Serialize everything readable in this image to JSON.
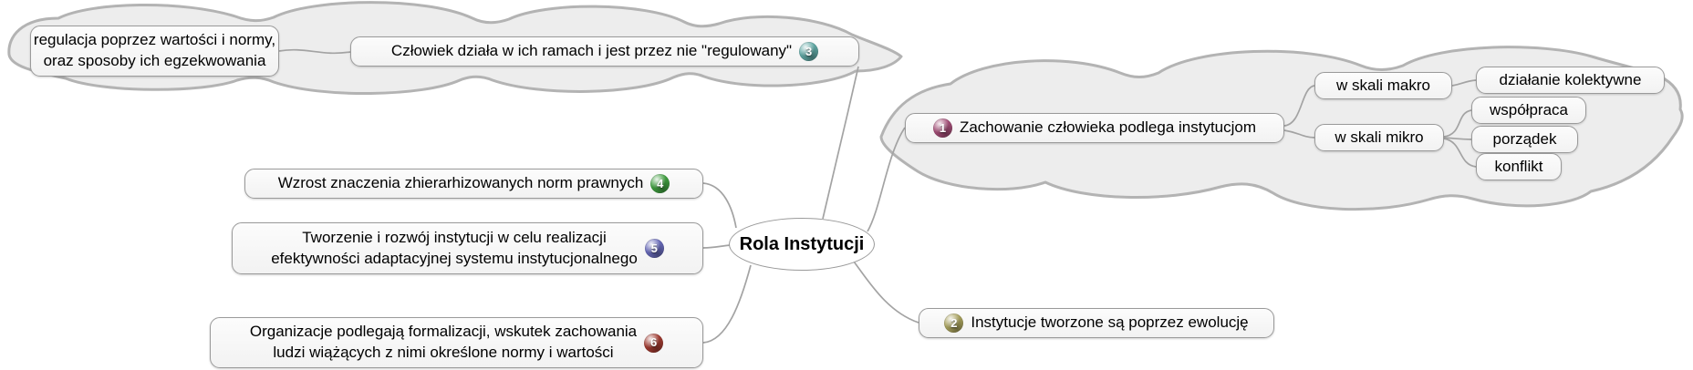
{
  "map": {
    "root": {
      "label": "Rola Instytucji"
    },
    "branches": {
      "behavior": {
        "badge": "1",
        "label": "Zachowanie człowieka podlega instytucjom",
        "children": {
          "macro": {
            "label": "w skali makro",
            "children": {
              "collective": {
                "label": "działanie kolektywne"
              }
            }
          },
          "micro": {
            "label": "w skali mikro",
            "children": {
              "cooperation": {
                "label": "współpraca"
              },
              "order": {
                "label": "porządek"
              },
              "conflict": {
                "label": "konflikt"
              }
            }
          }
        }
      },
      "evolution": {
        "badge": "2",
        "label": "Instytucje tworzone są poprzez ewolucję"
      },
      "regulated": {
        "badge": "3",
        "label": "Człowiek działa w ich ramach i jest przez nie \"regulowany\"",
        "children": {
          "regulation": {
            "lines": [
              "regulacja poprzez wartości i normy,",
              "oraz sposoby ich egzekwowania"
            ]
          }
        }
      },
      "legal_norms": {
        "badge": "4",
        "label": "Wzrost znaczenia zhierarhizowanych norm prawnych"
      },
      "adaptive": {
        "badge": "5",
        "lines": [
          "Tworzenie i rozwój instytucji w celu realizacji",
          "efektywności adaptacyjnej systemu instytucjonalnego"
        ]
      },
      "formalization": {
        "badge": "6",
        "lines": [
          "Organizacje podlegają formalizacji, wskutek zachowania",
          "ludzi wiążących z nimi określone normy i wartości"
        ]
      }
    }
  },
  "colors": {
    "cloud_fill": "#ededed",
    "cloud_stroke": "#b3b3b3",
    "node_border": "#9a9a9a",
    "edge": "#a3a3a3",
    "badge_1": "#a34d76",
    "badge_2": "#a8a15c",
    "badge_3": "#5fa8a4",
    "badge_4": "#3f9e3f",
    "badge_5": "#6668b8",
    "badge_6": "#a03a30"
  }
}
